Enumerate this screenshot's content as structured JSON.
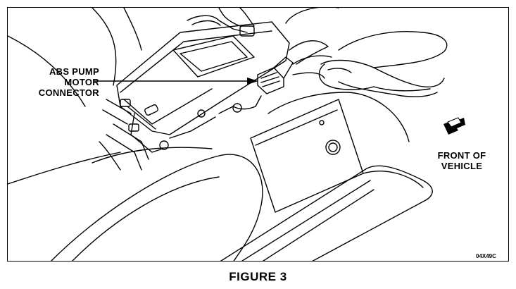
{
  "labels": {
    "abs_pump_line1": "ABS PUMP",
    "abs_pump_line2": "MOTOR",
    "abs_pump_line3": "CONNECTOR",
    "front_line1": "FRONT OF",
    "front_line2": "VEHICLE"
  },
  "figure_code": "04X49C",
  "caption": "FIGURE 3"
}
